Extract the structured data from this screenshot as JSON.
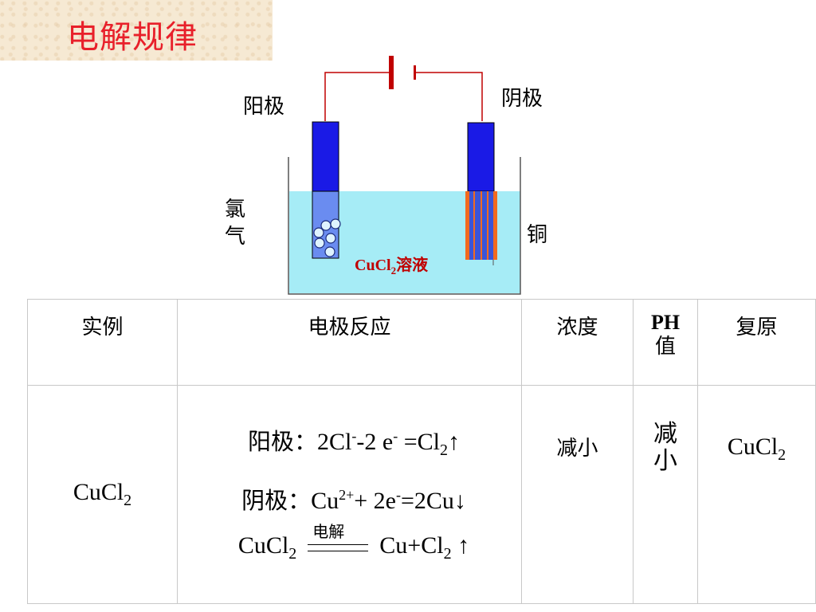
{
  "title": "电解规律",
  "diagram": {
    "anode_label": "阳极",
    "cathode_label": "阴极",
    "gas_label": "氯气",
    "metal_label": "铜",
    "solution_formula": "CuCl",
    "solution_subscript": "2",
    "solution_suffix": "溶液"
  },
  "table": {
    "headers": {
      "example": "实例",
      "reaction": "电极反应",
      "concentration": "浓度",
      "ph_top": "PH",
      "ph_bottom": "值",
      "restore": "复原"
    },
    "row": {
      "example_formula": "CuCl",
      "example_sub": "2",
      "anode_prefix": "阳极：",
      "anode_a": "2Cl",
      "anode_sup1": "-",
      "anode_b": "-2 e",
      "anode_sup2": "-",
      "anode_c": " =Cl",
      "anode_sub": "2",
      "anode_arrow": "↑",
      "cathode_prefix": "阴极：",
      "cathode_a": "Cu",
      "cathode_sup1": "2+",
      "cathode_b": "+ 2e",
      "cathode_sup2": "-",
      "cathode_c": "=2Cu↓",
      "overall_a": "CuCl",
      "overall_sub1": "2",
      "overall_condition": "电解",
      "overall_b": "Cu+Cl",
      "overall_sub2": "2",
      "overall_arrow": " ↑",
      "concentration": "减小",
      "ph": "减小",
      "restore_formula": "CuCl",
      "restore_sub": "2"
    }
  },
  "colors": {
    "title_red": "#e8202a",
    "wire_red": "#c00000",
    "electrode_blue": "#1a1ae6",
    "solution_cyan": "#a6ecf6",
    "copper_orange": "#f26a1e"
  }
}
